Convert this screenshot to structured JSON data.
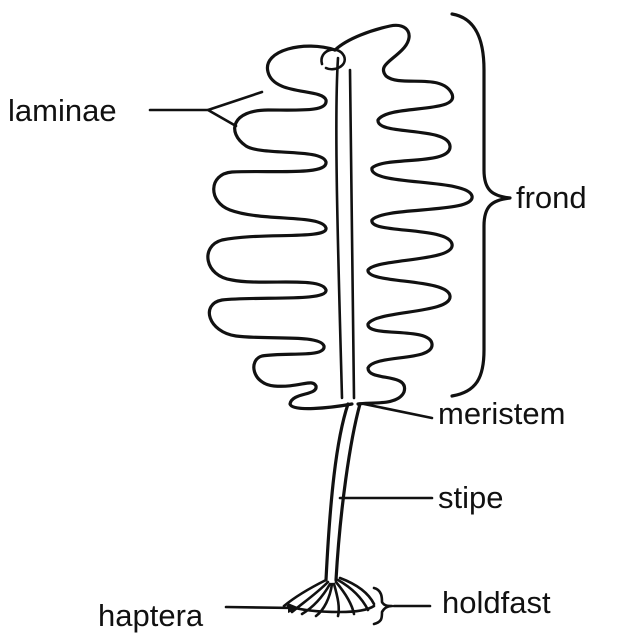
{
  "diagram": {
    "labels": {
      "laminae": "laminae",
      "frond": "frond",
      "meristem": "meristem",
      "stipe": "stipe",
      "holdfast": "holdfast",
      "haptera": "haptera"
    }
  }
}
